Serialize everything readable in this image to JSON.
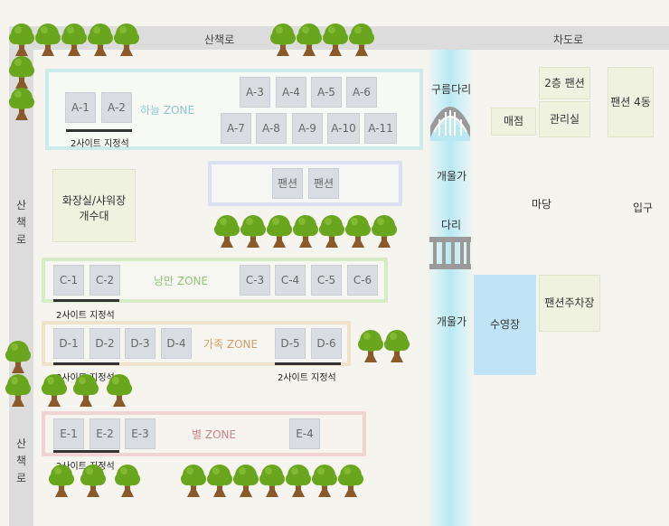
{
  "roads": {
    "top_left": "산책로",
    "top_right": "차도로",
    "side_chars": [
      "산",
      "책",
      "로"
    ]
  },
  "zones": {
    "sky": {
      "label": "하늘 ZONE",
      "color": "#8fc9cf",
      "sites": [
        "A-1",
        "A-2",
        "A-3",
        "A-4",
        "A-5",
        "A-6",
        "A-7",
        "A-8",
        "A-9",
        "A-10",
        "A-11"
      ]
    },
    "pension": {
      "sites": [
        "팬션",
        "팬션"
      ]
    },
    "romance": {
      "label": "낭만 ZONE",
      "color": "#93c57c",
      "sites": [
        "C-1",
        "C-2",
        "C-3",
        "C-4",
        "C-5",
        "C-6"
      ]
    },
    "family": {
      "label": "가족 ZONE",
      "color": "#cf9f6a",
      "sites": [
        "D-1",
        "D-2",
        "D-3",
        "D-4",
        "D-5",
        "D-6"
      ]
    },
    "star": {
      "label": "별 ZONE",
      "color": "#c98585",
      "sites": [
        "E-1",
        "E-2",
        "E-3",
        "E-4"
      ]
    }
  },
  "notes": {
    "two_site": "2사이트 지정석"
  },
  "facilities": {
    "restroom_line1": "화장실/샤워장",
    "restroom_line2": "개수대",
    "cloud_bridge": "구름다리",
    "stream": "개울가",
    "bridge": "다리",
    "pool": "수영장",
    "pension_parking": "팬션주차장",
    "store": "매점",
    "office": "관리실",
    "pension_2f": "2층 팬션",
    "pension_4": "팬션 4동",
    "yard": "마당",
    "entrance": "입구"
  },
  "colors": {
    "road": "#dcdcdc",
    "stream": "#b9e8f2",
    "pool": "#c0e4f5",
    "tree_canopy": "#6aa51e",
    "tree_trunk": "#8a5a2b"
  }
}
